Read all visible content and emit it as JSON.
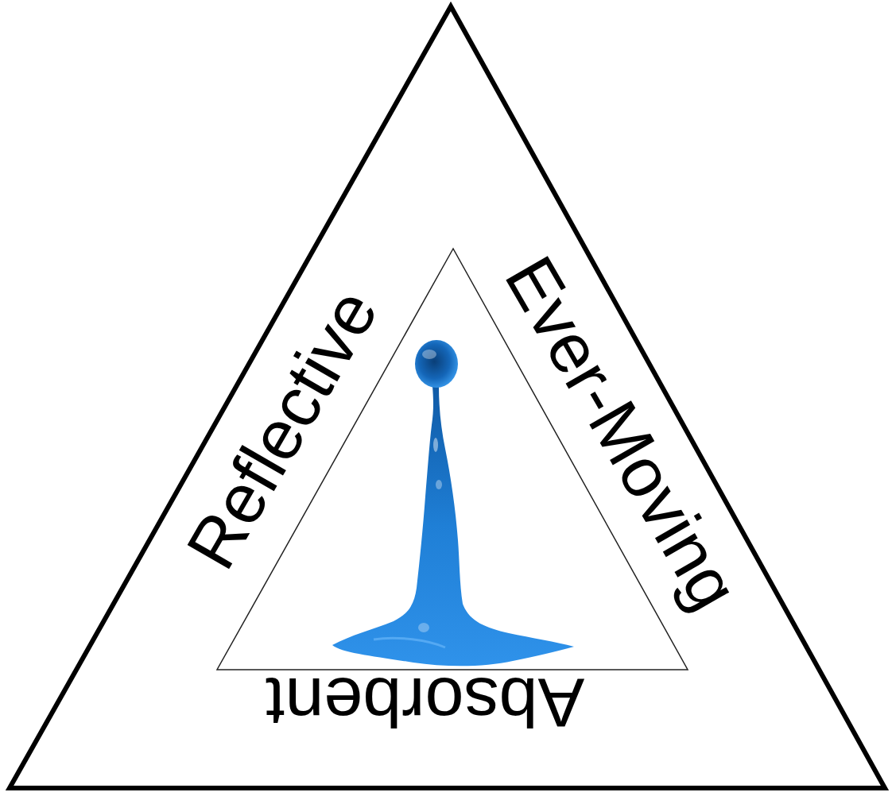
{
  "diagram": {
    "nodes": [
      {
        "text": [
          "Reflective",
          "Ever-Moving",
          "Absorbent"
        ]
      }
    ]
  }
}
